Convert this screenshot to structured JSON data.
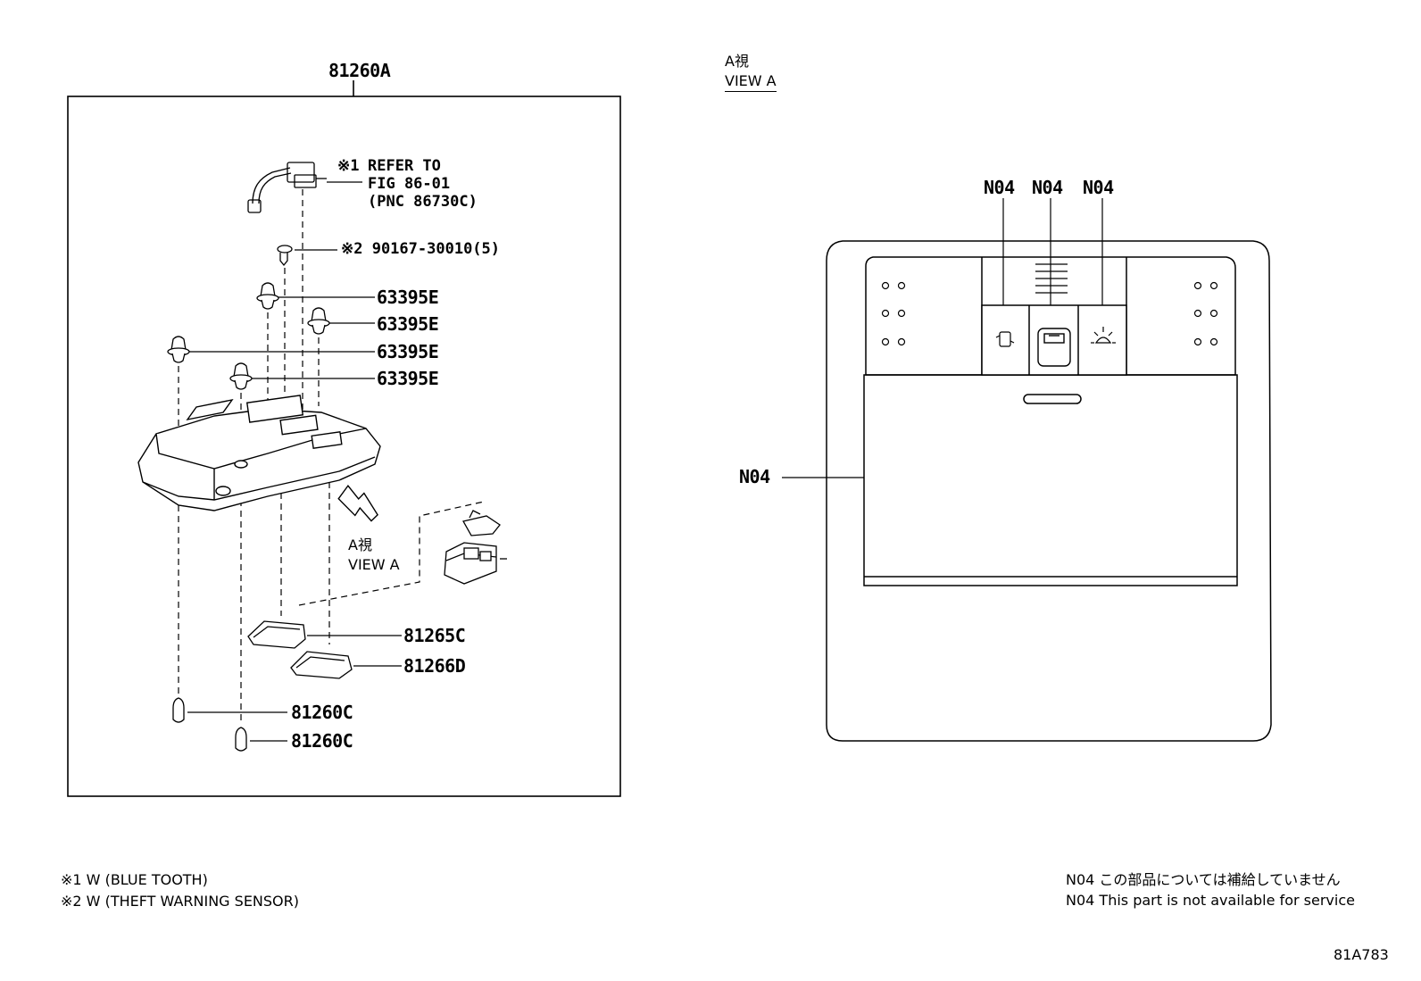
{
  "left_view": {
    "assembly_label": "81260A",
    "note1_prefix": "※1",
    "note1_lines": [
      "REFER TO",
      "FIG 86-01",
      "(PNC 86730C)"
    ],
    "note2_label": "※2 90167-30010(5)",
    "parts": [
      "63395E",
      "63395E",
      "63395E",
      "63395E",
      "81265C",
      "81266D",
      "81260C",
      "81260C"
    ],
    "view_a_jp": "A視",
    "view_a_en": "VIEW A"
  },
  "right_view": {
    "title_jp": "A視",
    "title_en": "VIEW A",
    "top_callouts": [
      "N04",
      "N04",
      "N04"
    ],
    "side_callout": "N04"
  },
  "footnotes": {
    "note1": "※1 W (BLUE TOOTH)",
    "note2": "※2 W (THEFT WARNING SENSOR)"
  },
  "notice": {
    "line_jp": "N04 この部品については補給していません",
    "line_en": "N04 This part is not available for service"
  },
  "figure_id": "81A783",
  "icons": [
    "door-lock-icon",
    "seat-icon",
    "map-light-icon"
  ]
}
